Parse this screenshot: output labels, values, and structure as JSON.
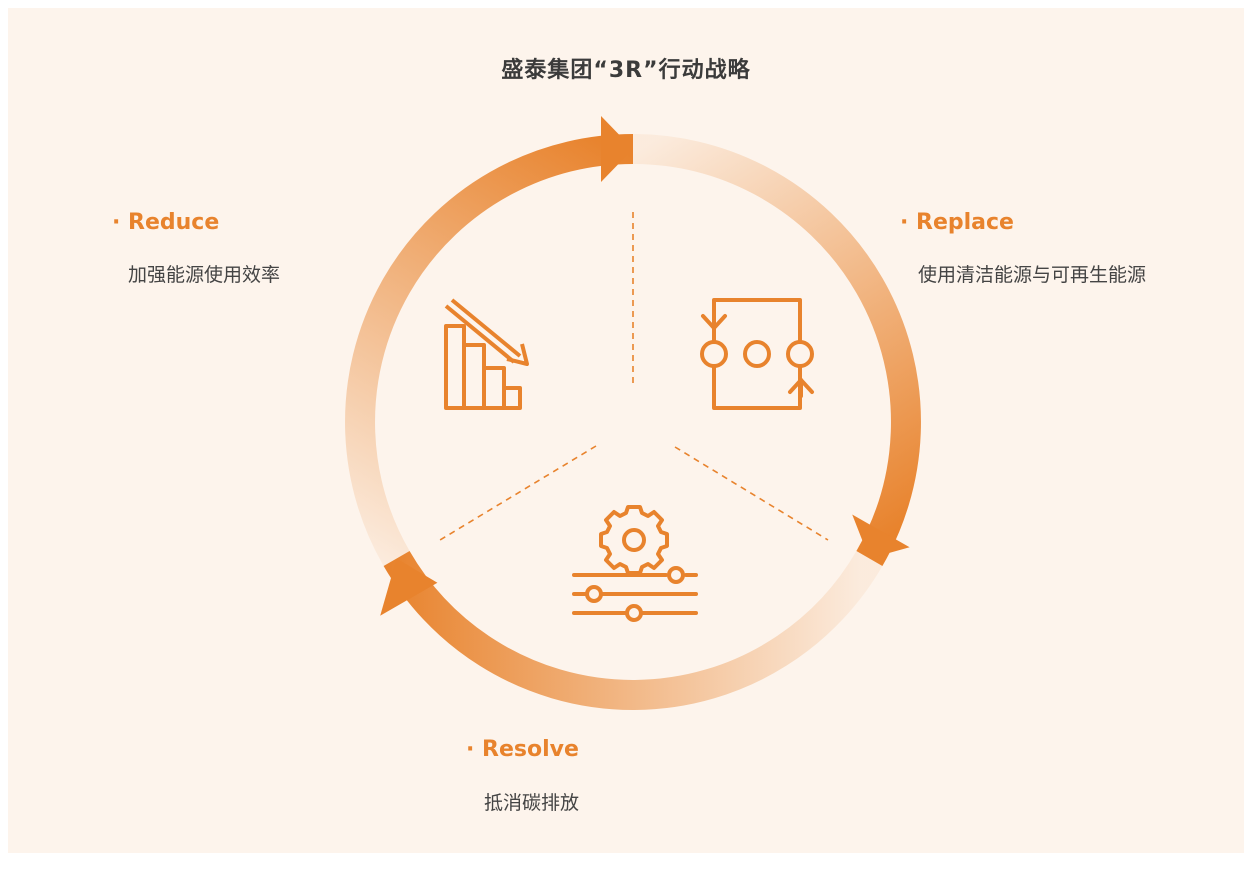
{
  "title": "盛泰集团“3R”行动战略",
  "items": [
    {
      "label": "· Reduce",
      "desc": "加强能源使用效率",
      "icon": "declining-bar-chart-icon"
    },
    {
      "label": "· Replace",
      "desc": "使用清洁能源与可再生能源",
      "icon": "cycle-exchange-icon"
    },
    {
      "label": "· Resolve",
      "desc": "抵消碳排放",
      "icon": "gear-sliders-icon"
    }
  ],
  "colors": {
    "accent": "#e8832d",
    "background": "#fdf4ec",
    "title": "#3b3b3b",
    "text": "#444444"
  }
}
